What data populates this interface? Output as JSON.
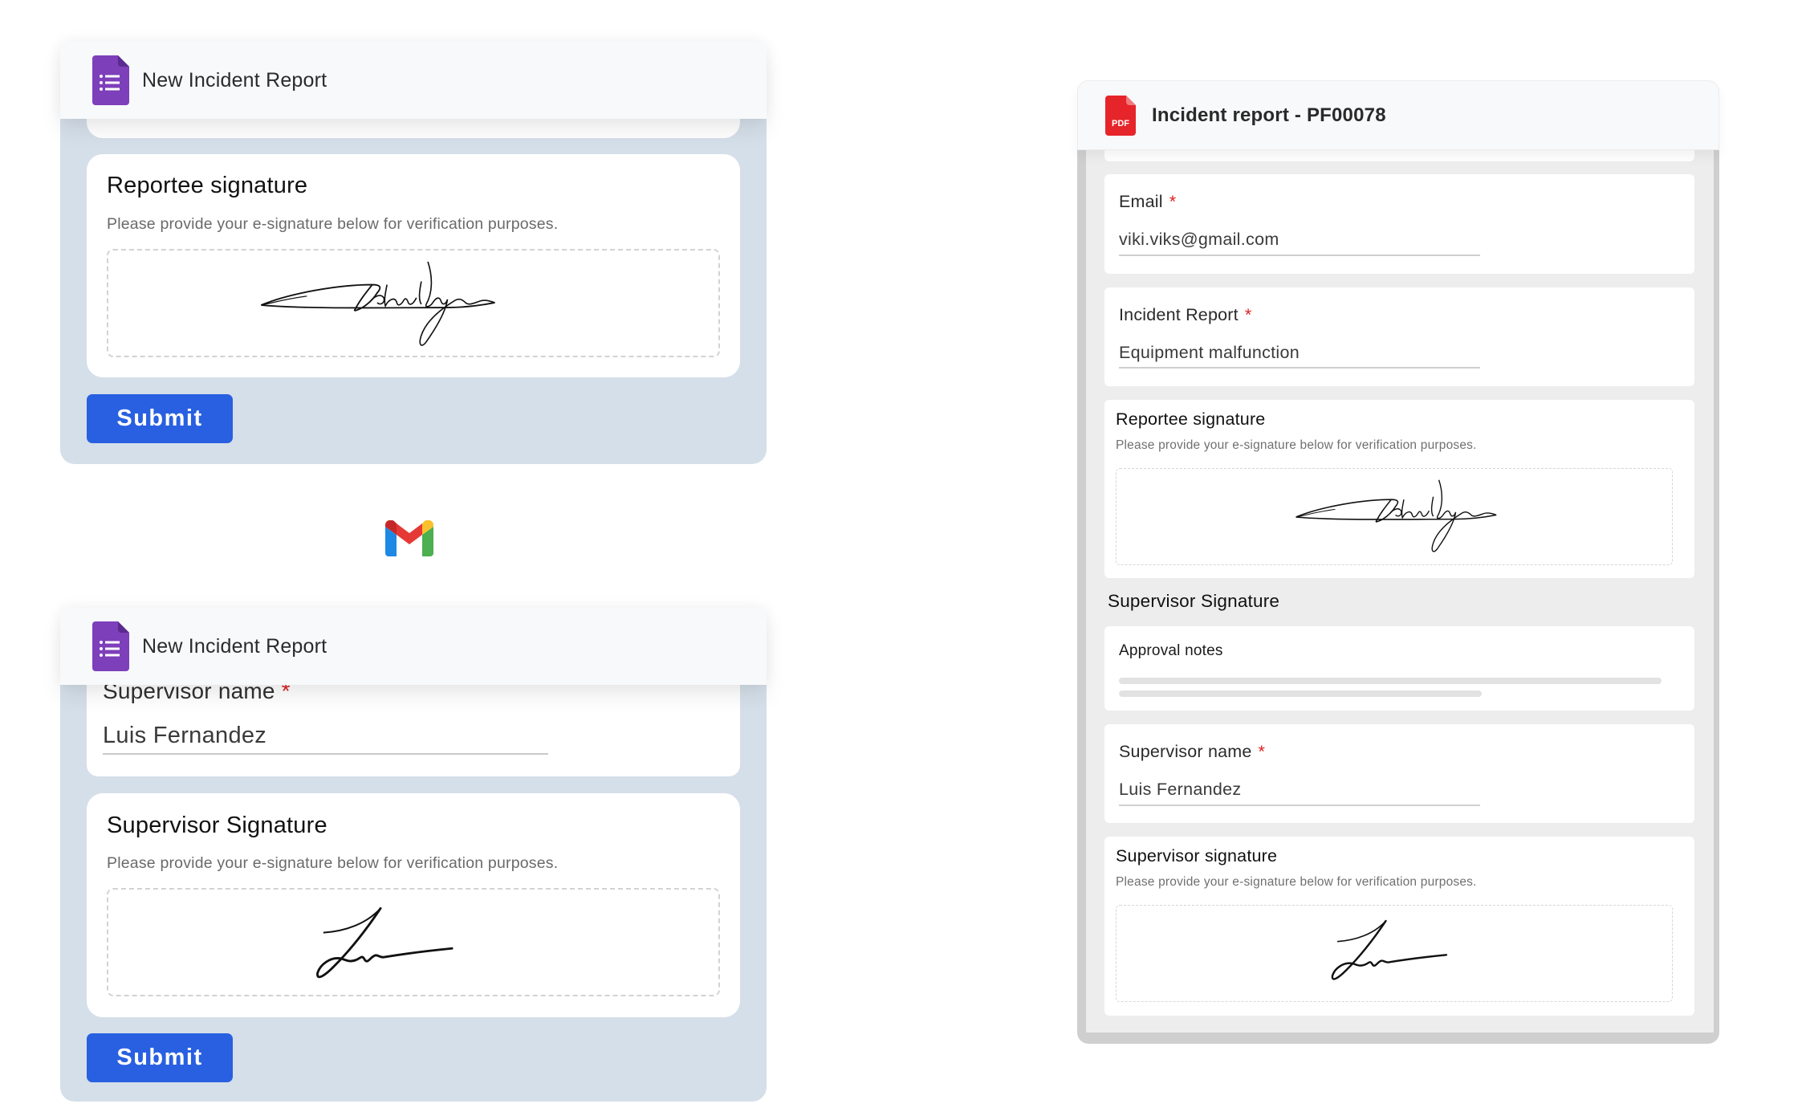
{
  "top_form": {
    "app_icon": "google-forms-icon",
    "title": "New Incident Report",
    "reportee_signature": {
      "title": "Reportee signature",
      "description": "Please provide your e-signature below for verification purposes.",
      "signature": "John Wayne (handwritten)"
    },
    "submit_label": "Submit"
  },
  "connector": {
    "icon": "gmail-icon"
  },
  "bottom_form": {
    "app_icon": "google-forms-icon",
    "title": "New Incident Report",
    "supervisor_name": {
      "label": "Supervisor name",
      "required_mark": "*",
      "value": "Luis Fernandez"
    },
    "supervisor_signature": {
      "title": "Supervisor Signature",
      "description": "Please provide your e-signature below for verification purposes.",
      "signature": "Luis (handwritten)"
    },
    "submit_label": "Submit"
  },
  "pdf_document": {
    "app_icon": "pdf-icon",
    "icon_text": "PDF",
    "title": "Incident report - PF00078",
    "fields": [
      {
        "label": "Email",
        "required_mark": "*",
        "value": "viki.viks@gmail.com"
      },
      {
        "label": "Incident Report",
        "required_mark": "*",
        "value": "Equipment malfunction"
      }
    ],
    "reportee_signature": {
      "title": "Reportee signature",
      "description": "Please provide your e-signature below for verification purposes."
    },
    "supervisor_section_heading": "Supervisor Signature",
    "approval_notes": {
      "label": "Approval notes"
    },
    "supervisor_name": {
      "label": "Supervisor name",
      "required_mark": "*",
      "value": "Luis Fernandez"
    },
    "supervisor_signature": {
      "title": "Supervisor signature",
      "description": "Please provide your e-signature below for verification purposes."
    }
  },
  "colors": {
    "forms_purple": "#7e3fba",
    "form_background": "#d5dfe9",
    "submit_blue": "#2860e1",
    "pdf_red": "#e5252a",
    "required_red": "#e02020",
    "pdf_panel_bg": "#ededed"
  }
}
